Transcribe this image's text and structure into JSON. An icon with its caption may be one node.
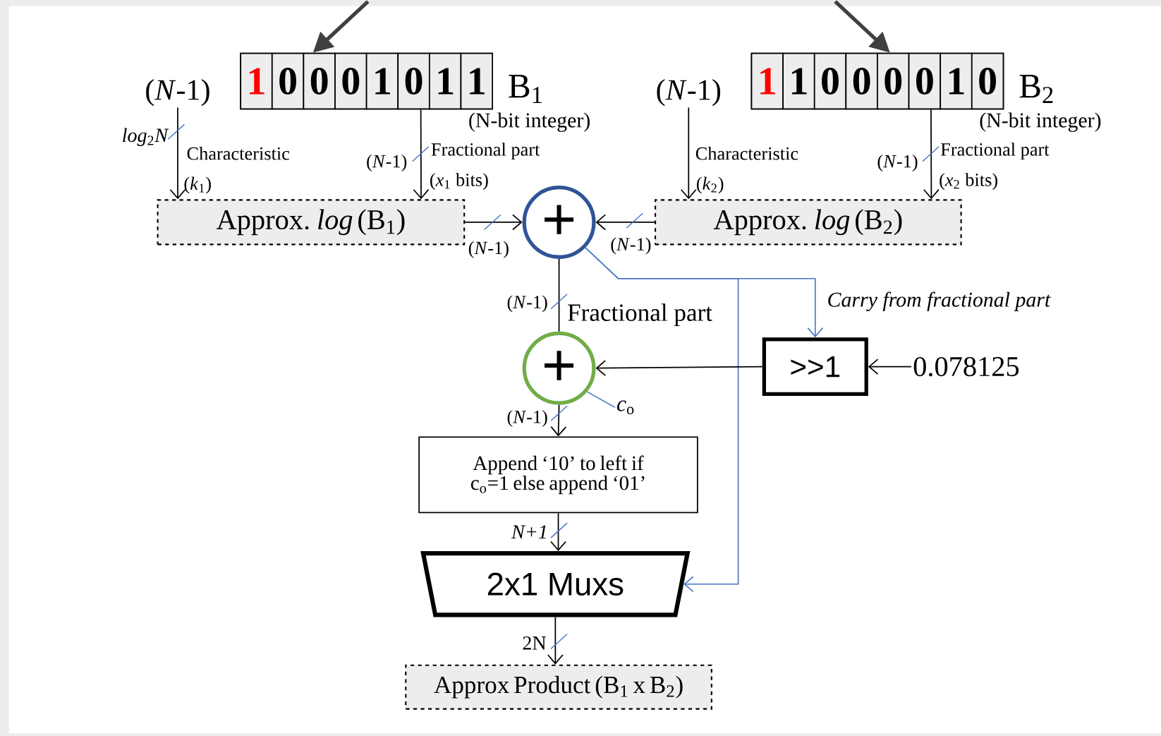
{
  "diagram": {
    "nodes": [
      {
        "text": [
          "1",
          "0",
          "0",
          "0",
          "1",
          "0",
          "1",
          "1"
        ],
        "beside": [
          "B$_{1}$",
          "(N-bit integer)"
        ]
      },
      {
        "text": [
          "1",
          "1",
          "0",
          "0",
          "0",
          "0",
          "1",
          "0"
        ],
        "beside": [
          "B$_{2}$",
          "(N-bit integer)"
        ]
      },
      {
        "text": [
          "(*N*-1)"
        ]
      },
      {
        "text": [
          "(*N*-1)"
        ]
      },
      {
        "text": [
          "Approx. *log* (B$_{1}$)"
        ]
      },
      {
        "text": [
          "Approx. *log* (B$_{2}$)"
        ]
      },
      {
        "text": [
          "+"
        ]
      },
      {
        "text": [
          "+"
        ]
      },
      {
        "text": [
          ">>1"
        ]
      },
      {
        "text": [
          "0.078125"
        ]
      },
      {
        "text": [
          "Append ‘10’ to left if c$_{o}$=1 else append ‘01’"
        ]
      },
      {
        "text": [
          "2x1 Muxs"
        ]
      },
      {
        "text": [
          "Approx Product (B$_{1}$ x B$_{2}$)"
        ]
      },
      {
        "text": [
          "*c*$_{o}$"
        ]
      }
    ],
    "edges": [
      {
        "from": null,
        "to": 0,
        "arrow": "to",
        "style": "thick",
        "color": "#404040"
      },
      {
        "from": null,
        "to": 1,
        "arrow": "to",
        "style": "thick",
        "color": "#404040"
      },
      {
        "from": 2,
        "to": 4,
        "arrow": "to",
        "label": "Characteristic"
      },
      {
        "from": 0,
        "to": 4,
        "arrow": "to",
        "label": "Fractional part"
      },
      {
        "from": 3,
        "to": 5,
        "arrow": "to",
        "label": "Characteristic"
      },
      {
        "from": 1,
        "to": 5,
        "arrow": "to",
        "label": "Fractional part"
      },
      {
        "from": 4,
        "to": 6,
        "arrow": "to",
        "label": "(*N*-1)"
      },
      {
        "from": 5,
        "to": 6,
        "arrow": "to",
        "label": "(*N*-1)"
      },
      {
        "from": 6,
        "to": 7,
        "arrow": "none",
        "label": "Fractional part"
      },
      {
        "from": 6,
        "to": 8,
        "arrow": "to",
        "label": "Carry from fractional part",
        "color": "#4472c4"
      },
      {
        "from": 6,
        "to": 11,
        "arrow": "to",
        "color": "#4472c4"
      },
      {
        "from": 8,
        "to": 7,
        "arrow": "to"
      },
      {
        "from": 9,
        "to": 8,
        "arrow": "to"
      },
      {
        "from": 7,
        "to": 10,
        "arrow": "to",
        "label": "(*N*-1)"
      },
      {
        "from": 10,
        "to": 11,
        "arrow": "to",
        "label": "N+1"
      },
      {
        "from": 11,
        "to": 12,
        "arrow": "to",
        "label": "2N"
      },
      {
        "from": 13,
        "to": 7,
        "arrow": "none",
        "color": "#4472c4"
      }
    ],
    "labels": [
      "*log*$_{2}$*N*",
      "(*k*$_{1}$)",
      "(*N*-1)",
      "(*x*$_{1}$ bits)",
      "(*k*$_{2}$)",
      "(*N*-1)",
      "(*x*$_{2}$ bits)",
      "(*N*-1)"
    ]
  }
}
